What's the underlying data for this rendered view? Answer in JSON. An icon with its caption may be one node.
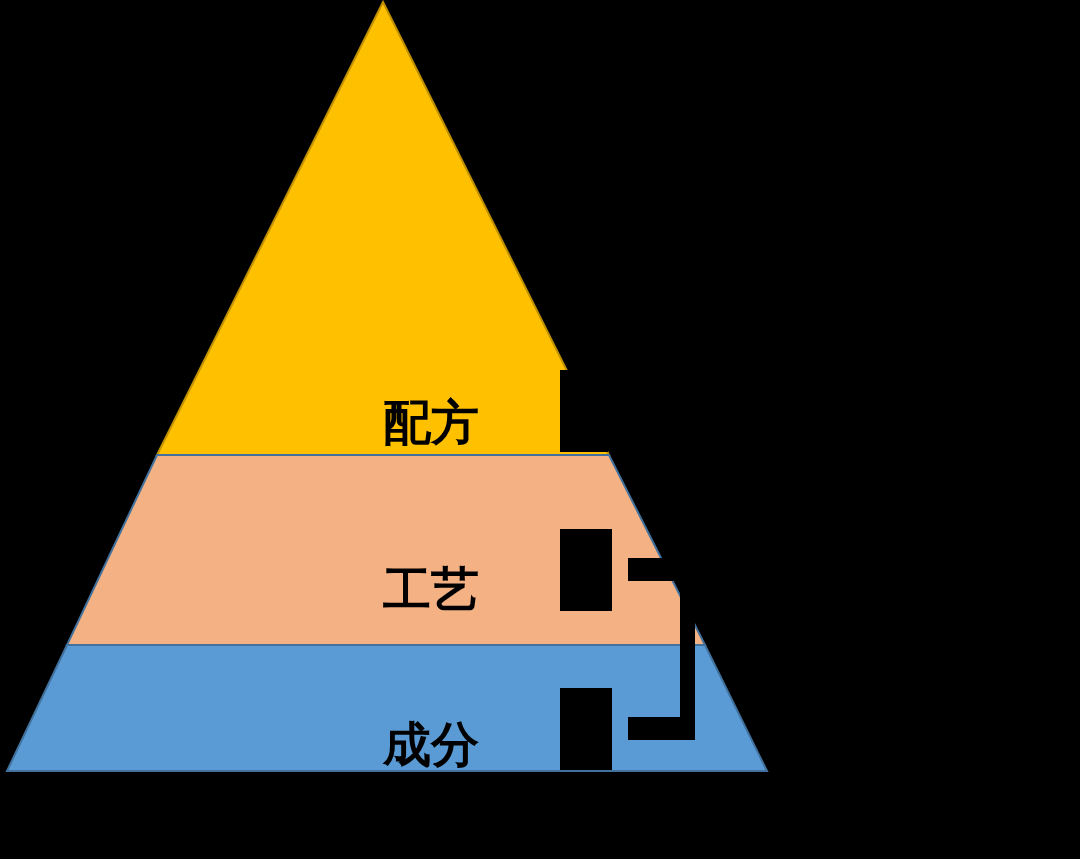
{
  "diagram": {
    "nodes": [
      {
        "text": [
          "配方"
        ]
      },
      {
        "text": [
          "工艺"
        ]
      },
      {
        "text": [
          "成分"
        ]
      },
      {
        "text": [],
        "shape": "box",
        "in": 0
      },
      {
        "text": [],
        "shape": "box",
        "in": 1
      },
      {
        "text": [],
        "shape": "box",
        "in": 2
      },
      {
        "text": [],
        "shape": "bracket"
      }
    ]
  }
}
